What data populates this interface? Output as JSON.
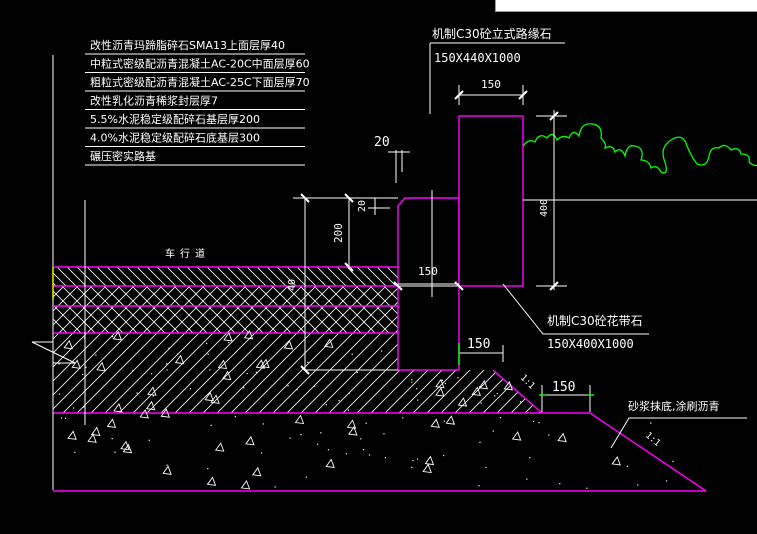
{
  "colors": {
    "background": "#000000",
    "outline": "#ff00ff",
    "annotation": "#ffffff",
    "vegetation": "#00ff00",
    "accent_point": "#ffff00"
  },
  "layer_legend": {
    "items": [
      "改性沥青玛蹄脂碎石SMA13上面层厚40",
      "中粒式密级配沥青混凝土AC-20C中面层厚60",
      "粗粒式密级配沥青混凝土AC-25C下面层厚70",
      "改性乳化沥青稀浆封层厚7",
      "5.5%水泥稳定级配碎石基层厚200",
      "4.0%水泥稳定级配碎石底基层300",
      "碾压密实路基"
    ]
  },
  "curb_stone": {
    "title": "机制C30砼立式路缘石",
    "size": "150X440X1000",
    "width_dim": "150",
    "height_dim": "400"
  },
  "flower_bed_stone": {
    "title": "机制C30砼花带石",
    "size": "150X400X1000"
  },
  "dimensions": {
    "top_gap": "20",
    "chamfer": "20",
    "exposed_height": "200",
    "curb_base_width": "150",
    "layer_thickness": "40",
    "backing_width": "150",
    "foundation_offset": "150"
  },
  "labels": {
    "roadway": "车行道",
    "mortar_note": "砂浆抹底,涂刷沥青",
    "slope_a": "1:1",
    "slope_b": "1:1"
  }
}
